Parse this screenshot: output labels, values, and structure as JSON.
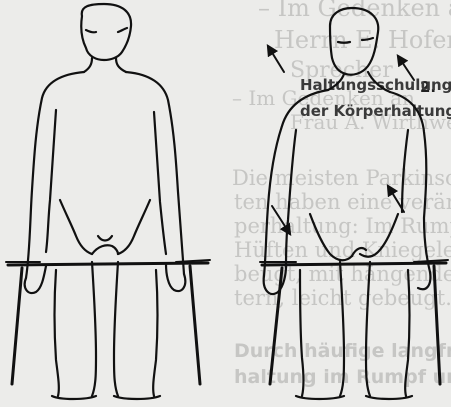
{
  "heading": {
    "number": "2.",
    "line1": "Haltungsschulung",
    "line2": "der Körperhaltung"
  },
  "bleed_through": {
    "dedication": [
      "– Im Gedenken an",
      "Herrn E. Hofer,",
      "Sprecher",
      "– Im Gedenken an",
      "Frau A. Wirthwein"
    ],
    "body": [
      "Die meisten Parkinsonpatien-",
      "ten haben eine veränderte Kör-",
      "perhaltung: Im Rumpf, in den",
      "Hüften und Kniegelenken ge-",
      "beugt, mit hängenden Schul-",
      "tern, leicht gebeugt.",
      "Durch häufige langfristige Fehl-",
      "haltung im Rumpf und in den"
    ]
  },
  "figures": [
    {
      "name": "upright-posture"
    },
    {
      "name": "stooped-posture"
    }
  ]
}
